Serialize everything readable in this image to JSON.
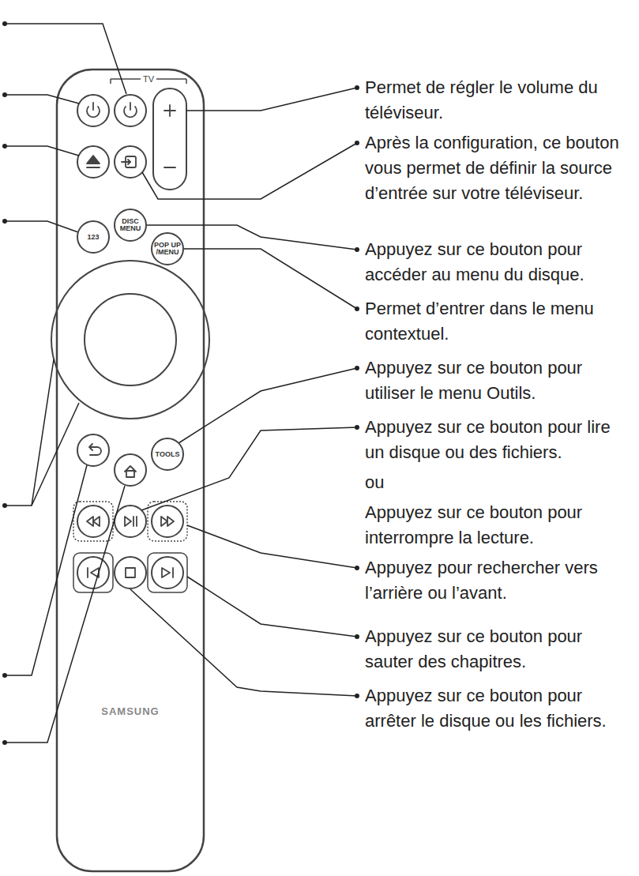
{
  "diagram": {
    "nodes": [
      {
        "text": [
          "123"
        ]
      },
      {
        "text": [
          "DISC MENU"
        ]
      },
      {
        "text": [
          "POP UP /MENU"
        ]
      },
      {
        "text": [
          "TOOLS"
        ]
      }
    ],
    "labels": [
      "TV",
      "Permet de régler le volume du téléviseur.",
      "Après la configuration, ce bouton vous permet de définir la source d’entrée sur votre téléviseur.",
      "Appuyez sur ce bouton pour accéder au menu du disque.",
      "Permet d’entrer dans le menu contextuel.",
      "Appuyez sur ce bouton pour utiliser le menu Outils.",
      "Appuyez sur ce bouton pour lire un disque ou des fichiers.",
      "ou",
      "Appuyez sur ce bouton pour interrompre la lecture.",
      "Appuyez pour rechercher vers l’arrière ou l’avant.",
      "Appuyez sur ce bouton pour sauter des chapitres.",
      "Appuyez sur ce bouton pour arrêter le disque ou les fichiers.",
      "SAMSUNG"
    ]
  }
}
